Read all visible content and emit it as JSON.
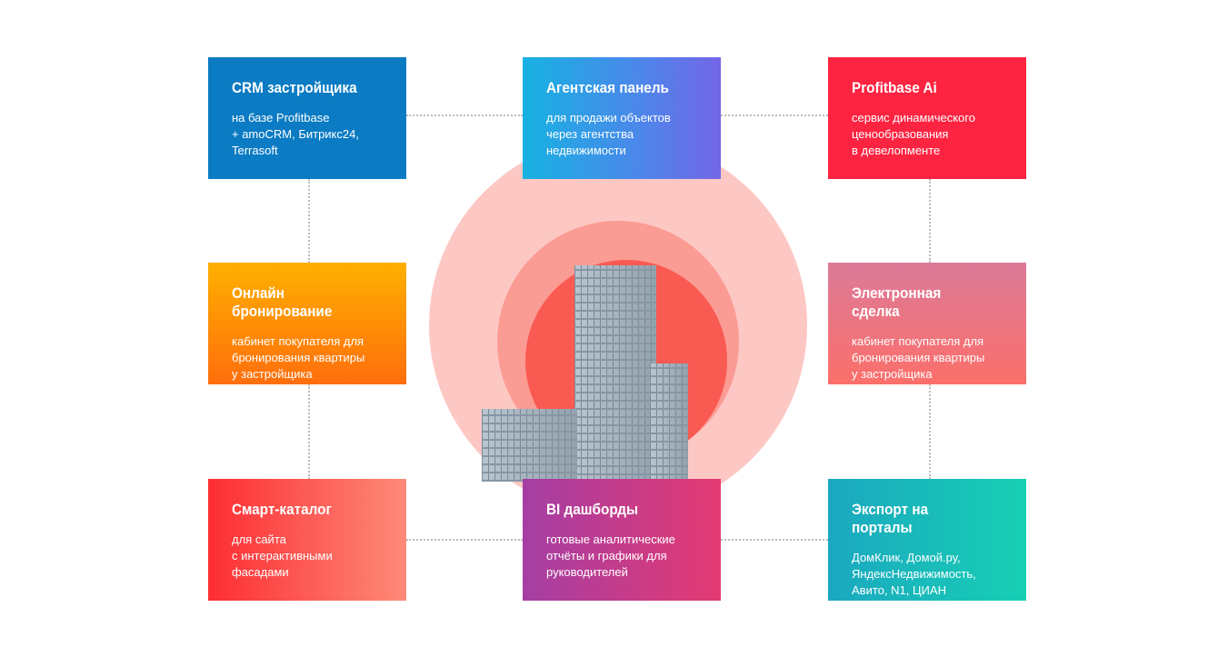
{
  "boxes": [
    {
      "title": "CRM застройщика",
      "text": "на базе Profitbase\n+ amoCRM, Битрикс24,\nTerrasoft",
      "color": "#0a7cc4"
    },
    {
      "title": "Агентская панель",
      "text": "для продажи объектов\nчерез агентства\nнедвижимости",
      "color": "#1ab0e0"
    },
    {
      "title": "Profitbase Ai",
      "text": "сервис динамического\nценообразования\nв девелопменте",
      "color": "#fd2440"
    },
    {
      "title": "Онлайн бронирование",
      "text": "кабинет покупателя для\nбронирования квартиры\nу застройщика",
      "color": "#ff8a00"
    },
    {
      "title": "Электронная сделка",
      "text": "кабинет покупателя для\nбронирования квартиры\nу застройщика",
      "color": "#e27992"
    },
    {
      "title": "Смарт-каталог",
      "text": "для сайта\nс интерактивными\nфасадами",
      "color": "#fd3a3a"
    },
    {
      "title": "BI дашборды",
      "text": "готовые аналитические\nотчёты и графики для\nруководителей",
      "color": "#b0389a"
    },
    {
      "title": "Экспорт на порталы",
      "text": "ДомКлик, Домой.ру,\nЯндексНедвижимость,\nАвито, N1, ЦИАН",
      "color": "#18b8bc"
    }
  ]
}
